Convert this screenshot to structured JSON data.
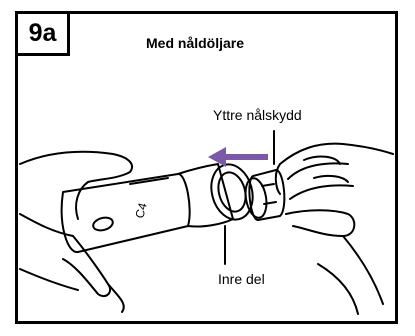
{
  "step": {
    "number": "9a",
    "title": "Med nåldöljare"
  },
  "labels": {
    "outer_needle_cap": "Yttre nålskydd",
    "inner_part": "Inre del"
  },
  "marking": "C4",
  "arrow": {
    "direction": "left",
    "color": "#7a5aa6"
  }
}
